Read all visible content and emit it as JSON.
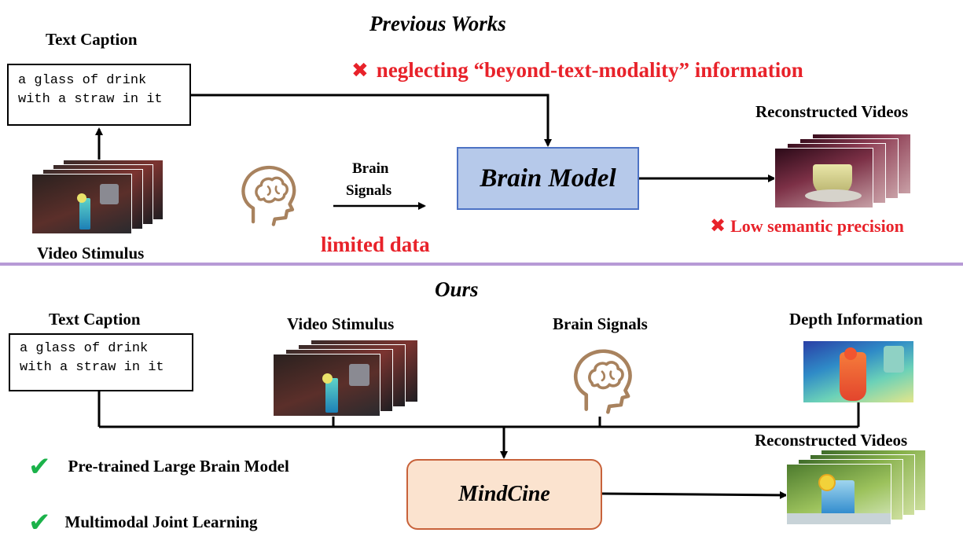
{
  "top": {
    "title": "Previous Works",
    "text_caption_label": "Text Caption",
    "caption_line1": "a glass of drink",
    "caption_line2": "with a straw in it",
    "video_stimulus_label": "Video Stimulus",
    "brain_signals_line1": "Brain",
    "brain_signals_line2": "Signals",
    "limited_data": "limited data",
    "neglect_text": "neglecting “beyond-text-modality” information",
    "brain_model": "Brain Model",
    "reconstructed_label": "Reconstructed Videos",
    "low_precision": "Low semantic precision",
    "x_glyph": "✖"
  },
  "bottom": {
    "title": "Ours",
    "text_caption_label": "Text Caption",
    "caption_line1": "a glass of drink",
    "caption_line2": "with a straw in it",
    "video_stimulus_label": "Video Stimulus",
    "brain_signals_label": "Brain Signals",
    "depth_label": "Depth Information",
    "reconstructed_label": "Reconstructed Videos",
    "mindcine": "MindCine",
    "feature1": "Pre-trained Large Brain Model",
    "feature2": "Multimodal Joint Learning",
    "check_glyph": "✔"
  },
  "colors": {
    "red": "#e8222a",
    "green": "#1bb24a",
    "brain_icon": "#a8825e",
    "brain_model_fill": "#b6c9ea",
    "brain_model_border": "#4d72c4",
    "mindcine_fill": "#fbe3cf",
    "mindcine_border": "#c8623a",
    "divider": "#b79ad6"
  }
}
